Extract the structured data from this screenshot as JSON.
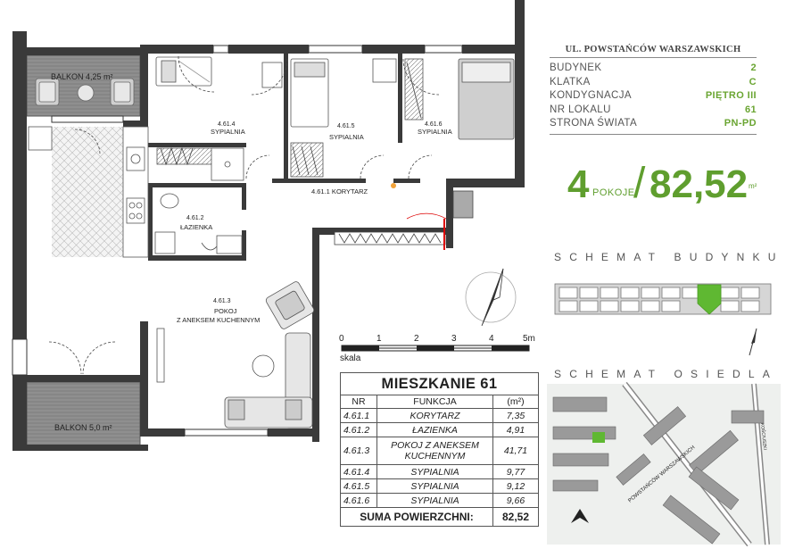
{
  "address": {
    "street": "UL. POWSTAŃCÓW WARSZAWSKICH"
  },
  "details": [
    {
      "label": "BUDYNEK",
      "value": "2"
    },
    {
      "label": "KLATKA",
      "value": "C"
    },
    {
      "label": "KONDYGNACJA",
      "value": "PIĘTRO III"
    },
    {
      "label": "NR LOKALU",
      "value": "61"
    },
    {
      "label": "STRONA ŚWIATA",
      "value": "PN-PD"
    }
  ],
  "summary": {
    "rooms": "4",
    "rooms_label": "POKOJE",
    "slash": "/",
    "area": "82,52",
    "area_unit": "m²"
  },
  "headings": {
    "building_scheme": "SCHEMAT BUDYNKU",
    "estate_scheme": "SCHEMAT OSIEDLA"
  },
  "scale": {
    "ticks": [
      "0",
      "1",
      "2",
      "3",
      "4",
      "5m"
    ],
    "label": "skala"
  },
  "plan_labels": {
    "balcony_top": "BALKON 4,25 m²",
    "balcony_bottom": "BALKON 5,0 m²",
    "room_461_4": [
      "4.61.4",
      "SYPIALNIA"
    ],
    "room_461_5": [
      "4.61.5",
      "SYPIALNIA"
    ],
    "room_461_6": [
      "4.61.6",
      "SYPIALNIA"
    ],
    "room_461_1": "4.61.1 KORYTARZ",
    "room_461_2": [
      "4.61.2",
      "ŁAZIENKA"
    ],
    "room_461_3": [
      "4.61.3",
      "POKOJ",
      "Z ANEKSEM KUCHENNYM"
    ]
  },
  "estate_labels": {
    "street_main": "POWSTAŃCÓW WARSZAWSKICH",
    "street_side": "KOŚCIUSZKI"
  },
  "table": {
    "title": "MIESZKANIE 61",
    "headers": [
      "NR",
      "FUNKCJA",
      "(m²)"
    ],
    "rows": [
      {
        "nr": "4.61.1",
        "fn": "KORYTARZ",
        "area": "7,35"
      },
      {
        "nr": "4.61.2",
        "fn": "ŁAZIENKA",
        "area": "4,91"
      },
      {
        "nr": "4.61.3",
        "fn": "POKOJ Z ANEKSEM KUCHENNYM",
        "area": "41,71"
      },
      {
        "nr": "4.61.4",
        "fn": "SYPIALNIA",
        "area": "9,77"
      },
      {
        "nr": "4.61.5",
        "fn": "SYPIALNIA",
        "area": "9,12"
      },
      {
        "nr": "4.61.6",
        "fn": "SYPIALNIA",
        "area": "9,66"
      }
    ],
    "total_label": "SUMA POWIERZCHNI:",
    "total_value": "82,52"
  },
  "colors": {
    "accent_green": "#5f9e2e",
    "wall": "#3a3a3a",
    "balcony_fill": "#8a8a8a"
  }
}
